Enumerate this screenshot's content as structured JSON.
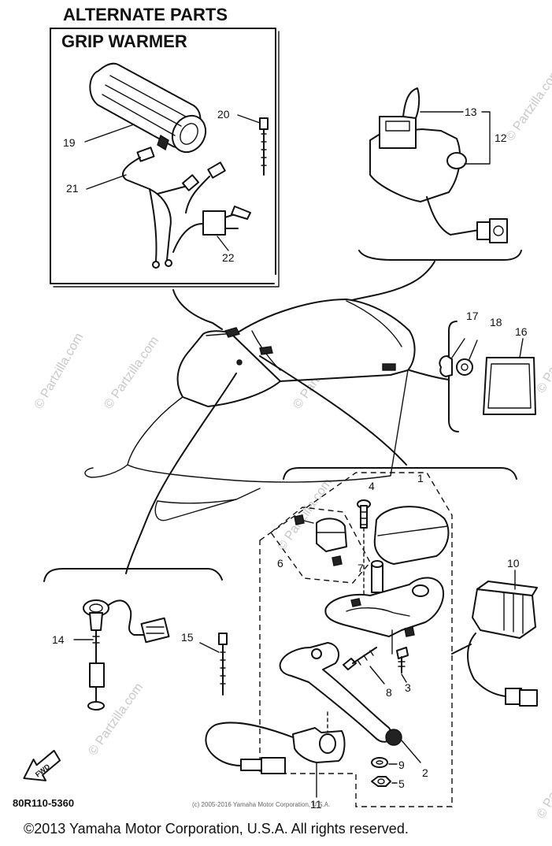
{
  "title": "ALTERNATE PARTS",
  "subtitle": "GRIP WARMER",
  "watermark": "© Partzilla.com",
  "parts": {
    "p1": "1",
    "p2": "2",
    "p3": "3",
    "p4": "4",
    "p5": "5",
    "p6": "6",
    "p7": "7",
    "p8": "8",
    "p9": "9",
    "p10": "10",
    "p11": "11",
    "p12": "12",
    "p13": "13",
    "p14": "14",
    "p15": "15",
    "p16": "16",
    "p17": "17",
    "p18": "18",
    "p19": "19",
    "p20": "20",
    "p21": "21",
    "p22": "22"
  },
  "fwd_label": "FWD",
  "diagram_code": "80R110-5360",
  "small_copyright": "(c) 2005-2016 Yamaha Motor Corporation, U.S.A.",
  "copyright": "©2013 Yamaha Motor Corporation, U.S.A. All rights reserved."
}
